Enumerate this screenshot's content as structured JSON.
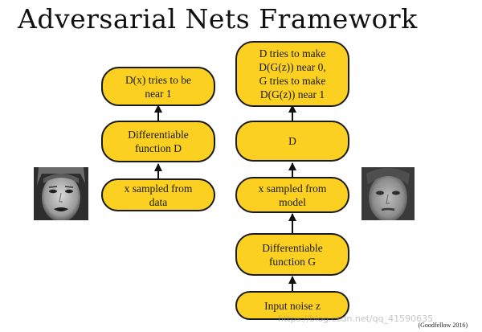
{
  "title": "Adversarial Nets Framework",
  "left_column": {
    "top": "D(x) tries to be\nnear 1",
    "middle": "Differentiable\nfunction D",
    "bottom": "x sampled from\ndata"
  },
  "right_column": {
    "top": "D tries to make\nD(G(z)) near 0,\nG tries to make\nD(G(z)) near 1",
    "d_box": "D",
    "sample": "x sampled from\nmodel",
    "generator": "Differentiable\nfunction G",
    "noise": "Input noise z"
  },
  "caption": "(Goodfellow 2016)",
  "watermark": "https://blog.csdn.net/qq_41590635",
  "colors": {
    "box_fill": "#fbd021",
    "box_border": "#1a1a1a"
  }
}
